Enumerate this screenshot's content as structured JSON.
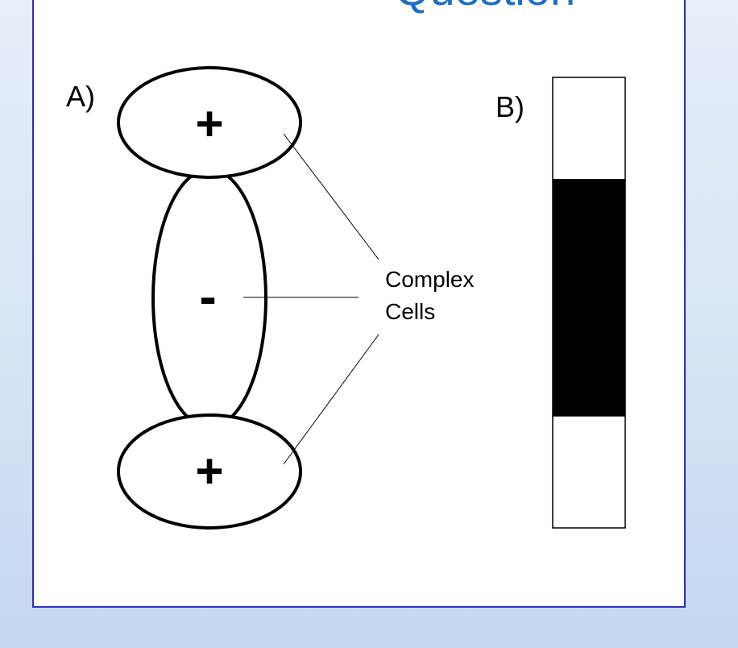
{
  "slide": {
    "title": "Question",
    "panel_border_color": "#2a2fbf",
    "title_color": "#1f6fc1"
  },
  "diagram_a": {
    "label": "A)",
    "top_sign": "+",
    "middle_sign": "-",
    "bottom_sign": "+",
    "callout_label_line1": "Complex",
    "callout_label_line2": "Cells"
  },
  "diagram_b": {
    "label": "B)",
    "bar_colors": [
      "#ffffff",
      "#000000",
      "#ffffff"
    ]
  }
}
